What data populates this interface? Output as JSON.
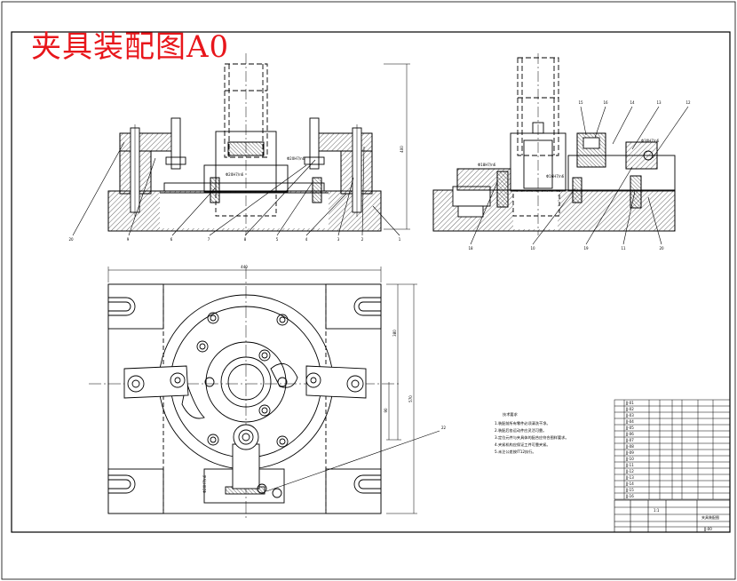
{
  "title": "夹具装配图A0",
  "colors": {
    "title": "#e8161b",
    "line": "#000000",
    "hatch": "#000000"
  },
  "dimensions": {
    "plan_width": "440",
    "plan_height_outer": "570",
    "plan_height_inner": "380",
    "plan_y_small": "90",
    "front_height": "400",
    "fit_a": "Φ20H7/n6",
    "fit_b": "Φ20H7/n6",
    "fit_c": "Φ18H7/n6",
    "fit_d": "Φ16H7/n6",
    "fit_e": "Φ30H7/n6",
    "fit_f": "Φ20H7/n6"
  },
  "front_balloons": [
    "20",
    "9",
    "6",
    "7",
    "8",
    "5",
    "4",
    "3",
    "2",
    "1"
  ],
  "side_balloons_top": [
    "15",
    "16",
    "14",
    "13",
    "12"
  ],
  "side_balloons_bottom": [
    "18",
    "10",
    "19",
    "11",
    "20"
  ],
  "plan_balloon": "22",
  "tech_requirements": {
    "heading": "技术要求",
    "lines": [
      "1.装配前所有零件必须清洗干净。",
      "2.装配后各运动件应灵活可靠。",
      "3.定位元件与夹具体的配合应符合图样要求。",
      "4.夹紧机构应保证工件可靠夹紧。",
      "5.未注公差按IT12执行。"
    ]
  },
  "parts_list": {
    "rows": 16,
    "cells": [
      "JJ-01",
      "JJ-02",
      "JJ-03",
      "JJ-04",
      "JJ-05",
      "JJ-06",
      "JJ-07",
      "JJ-08",
      "JJ-09",
      "JJ-10",
      "JJ-11",
      "JJ-12",
      "JJ-13",
      "JJ-14",
      "JJ-15",
      "JJ-16"
    ]
  },
  "title_block": {
    "drawing_name": "夹具装配图",
    "drawing_no": "JJ-00",
    "scale": "1:1"
  }
}
